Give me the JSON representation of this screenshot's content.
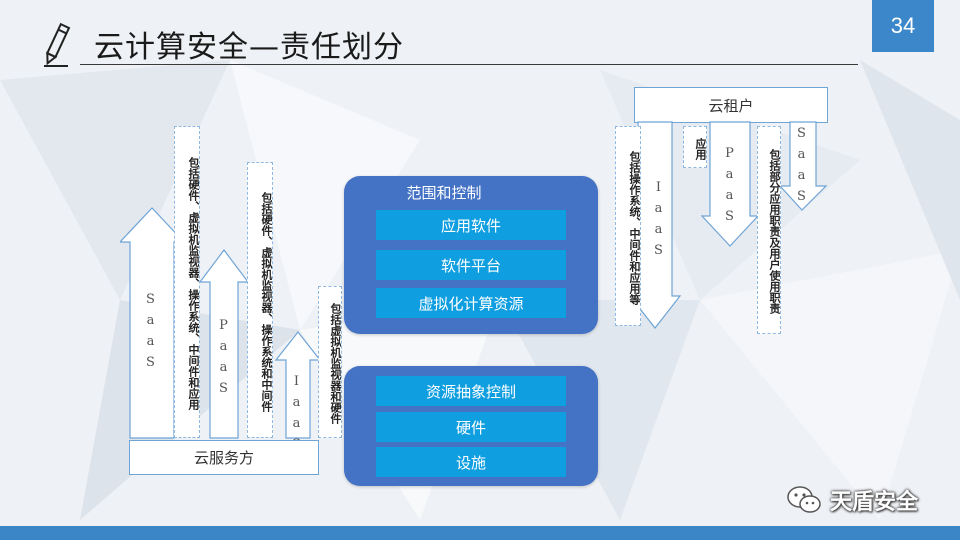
{
  "slide": {
    "title": "云计算安全—责任划分",
    "page_number": "34"
  },
  "provider": {
    "label": "云服务方",
    "columns": [
      {
        "arrow_label": "SaaS",
        "note": "包括硬件、虚拟机监视器、操作系统、中间件和应用"
      },
      {
        "arrow_label": "PaaS",
        "note": "包括硬件、虚拟机监视器、操作系统和中间件"
      },
      {
        "arrow_label": "IaaS",
        "note": "包括虚拟机监视器和硬件"
      }
    ]
  },
  "tenant": {
    "label": "云租户",
    "columns": [
      {
        "arrow_label": "IaaS",
        "note": "包括操作系统、中间件和应用等"
      },
      {
        "arrow_label": "PaaS",
        "note": "应用"
      },
      {
        "arrow_label": "SaaS",
        "note": "包括部分应用职责及用户使用职责"
      }
    ]
  },
  "scope_panel": {
    "title": "范围和控制",
    "rows": [
      "应用软件",
      "软件平台",
      "虚拟化计算资源"
    ]
  },
  "infra_panel": {
    "rows": [
      "资源抽象控制",
      "硬件",
      "设施"
    ]
  },
  "watermark": {
    "text": "天盾安全",
    "icon": "wechat-icon"
  },
  "colors": {
    "accent": "#3c87c9",
    "panel": "#4472c4",
    "row": "#0f9ee0"
  }
}
